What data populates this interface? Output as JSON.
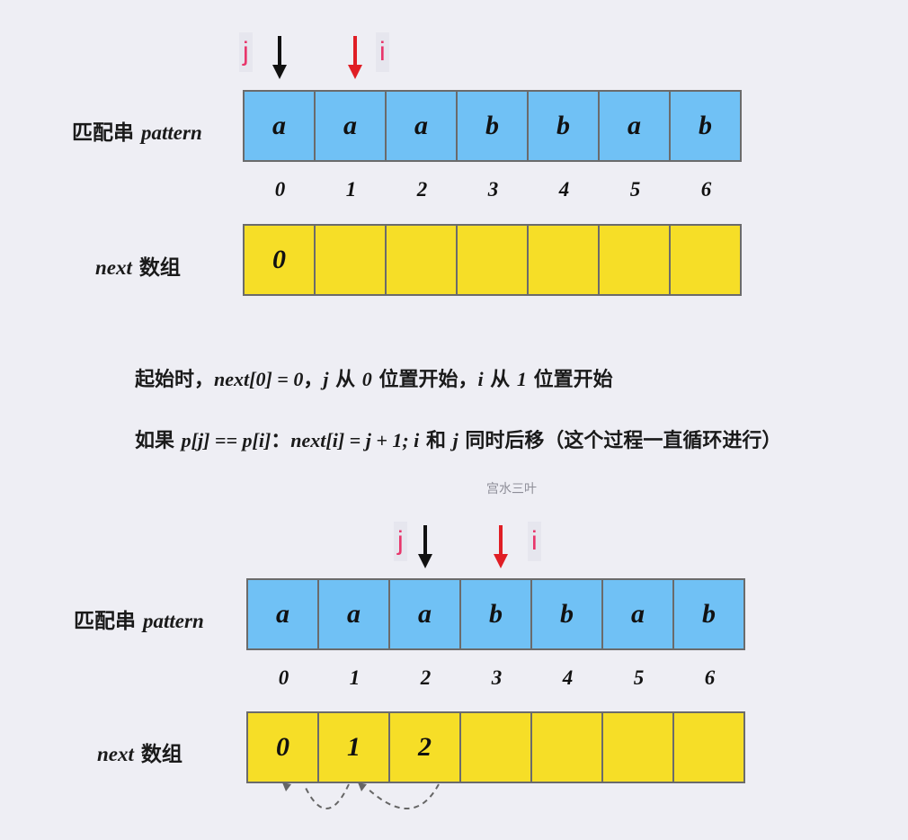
{
  "panel1": {
    "pointer_j": "j",
    "pointer_i": "i",
    "pattern_label_cn": "匹配串",
    "pattern_label_en": "pattern",
    "pattern_cells": [
      "a",
      "a",
      "a",
      "b",
      "b",
      "a",
      "b"
    ],
    "indices": [
      "0",
      "1",
      "2",
      "3",
      "4",
      "5",
      "6"
    ],
    "next_label_en": "next",
    "next_label_cn": "数组",
    "next_cells": [
      "0",
      "",
      "",
      "",
      "",
      "",
      ""
    ]
  },
  "text": {
    "line1": {
      "a": "起始时，",
      "b": "next[0] = 0",
      "c": "，",
      "d": "j",
      "e": " 从 ",
      "f": "0",
      "g": " 位置开始，",
      "h": "i",
      "k": " 从 ",
      "l": "1",
      "m": " 位置开始"
    },
    "line2": {
      "a": "如果 ",
      "b": "p[j] == p[i]",
      "c": "：",
      "d": "next[i] = j + 1; i",
      "e": " 和 ",
      "f": "j",
      "g": " 同时后移（这个过程一直循环进行）"
    }
  },
  "watermark": "宫水三叶",
  "panel2": {
    "pointer_j": "j",
    "pointer_i": "i",
    "pattern_label_cn": "匹配串",
    "pattern_label_en": "pattern",
    "pattern_cells": [
      "a",
      "a",
      "a",
      "b",
      "b",
      "a",
      "b"
    ],
    "indices": [
      "0",
      "1",
      "2",
      "3",
      "4",
      "5",
      "6"
    ],
    "next_label_en": "next",
    "next_label_cn": "数组",
    "next_cells": [
      "0",
      "1",
      "2",
      "",
      "",
      "",
      ""
    ]
  },
  "colors": {
    "pattern_cell": "#70c1f5",
    "next_cell": "#f6de27",
    "pointer_label": "#e8366b",
    "arrow_j": "#111111",
    "arrow_i": "#e01e25"
  }
}
